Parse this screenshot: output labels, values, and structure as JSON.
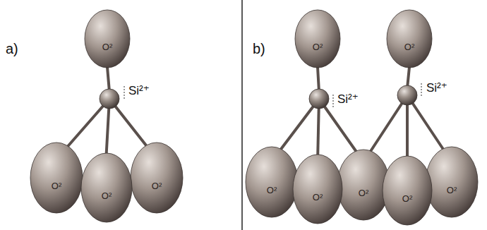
{
  "diagram": {
    "nodes": [
      {
        "text": [
          "O²"
        ]
      },
      {
        "text": [
          "O²"
        ]
      },
      {
        "text": [
          "O²"
        ]
      },
      {
        "text": [
          "O²"
        ]
      },
      {
        "text": [
          "O²"
        ]
      },
      {
        "text": [
          "O²"
        ]
      },
      {
        "text": [
          "O²"
        ]
      },
      {
        "text": [
          "O²"
        ]
      },
      {
        "text": [
          "O²"
        ]
      },
      {
        "text": [
          "O²"
        ]
      },
      {
        "text": [
          "O²"
        ]
      }
    ],
    "labels": [
      "a)",
      "Si²⁺",
      "b)",
      "Si²⁺",
      "Si²⁺"
    ]
  }
}
